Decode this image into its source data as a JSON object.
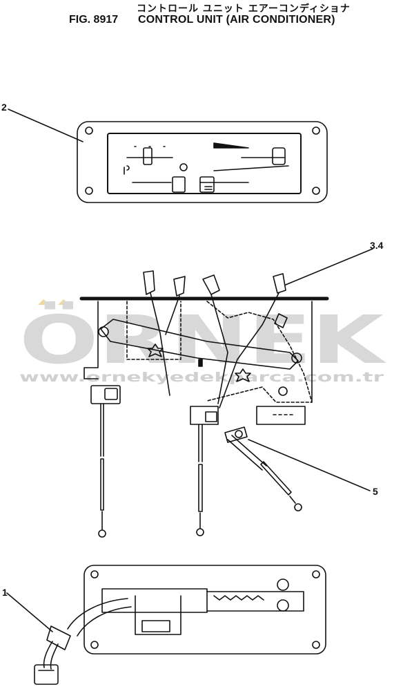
{
  "header": {
    "japanese_title": "コントロール ユニット エアーコンディショナ",
    "fig_number": "FIG. 8917",
    "caption": "CONTROL UNIT (AIR CONDITIONER)"
  },
  "callouts": [
    {
      "label": "2",
      "part": "control panel"
    },
    {
      "label": "3.4",
      "part": "lever knob"
    },
    {
      "label": "5",
      "part": "control cable"
    },
    {
      "label": "1",
      "part": "wiring harness connector"
    }
  ],
  "watermark": {
    "brand": "ÖRNEK",
    "url": "www.ornekyedekparca.com.tr"
  },
  "colors": {
    "ink": "#111111",
    "watermark": "#d8d8d8",
    "watermark_accent": "#f0d9a0"
  }
}
